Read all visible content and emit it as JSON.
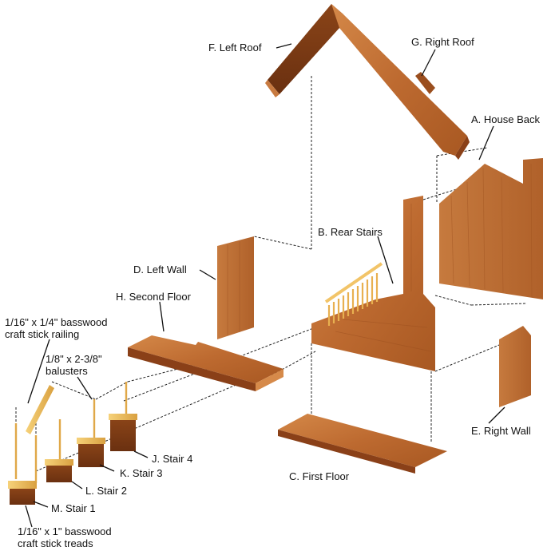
{
  "labels": {
    "f_left_roof": "F. Left Roof",
    "g_right_roof": "G. Right Roof",
    "a_house_back": "A. House Back",
    "b_rear_stairs": "B. Rear Stairs",
    "d_left_wall": "D. Left Wall",
    "h_second_floor": "H. Second Floor",
    "railing_line1": "1/16\" x 1/4\" basswood",
    "railing_line2": "craft stick railing",
    "balusters_line1": "1/8\" x 2-3/8\"",
    "balusters_line2": "balusters",
    "j_stair_4": "J. Stair 4",
    "k_stair_3": "K. Stair 3",
    "l_stair_2": "L. Stair 2",
    "m_stair_1": "M. Stair 1",
    "treads_line1": "1/16\" x 1\" basswood",
    "treads_line2": "craft stick treads",
    "c_first_floor": "C. First Floor",
    "e_right_wall": "E. Right Wall"
  },
  "colors": {
    "wood_light": "#c8783a",
    "wood_mid": "#b0602a",
    "wood_dark": "#7a3a14",
    "basswood": "#f0c060",
    "basswood_dark": "#c89030",
    "guide_line": "#222222"
  }
}
